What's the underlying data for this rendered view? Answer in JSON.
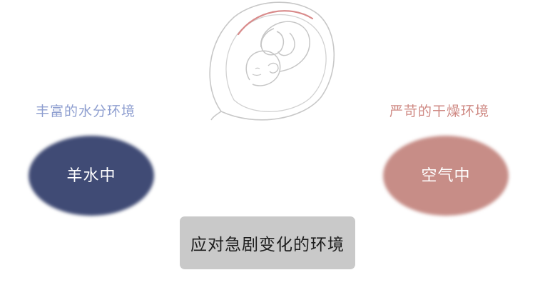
{
  "left": {
    "caption": "丰富的水分环境",
    "label": "羊水中",
    "color": "#404b75",
    "caption_color": "#8f9fd0"
  },
  "right": {
    "caption": "严苛的干燥环境",
    "label": "空气中",
    "color": "#c78d87",
    "caption_color": "#cf8a84"
  },
  "center": {
    "label": "应对急剧变化的环境",
    "color": "#c9c9c9"
  },
  "illustration": {
    "icon": "fetus-in-womb-icon",
    "line_color": "#c6c6c6",
    "accent_color": "#d98b8b"
  }
}
